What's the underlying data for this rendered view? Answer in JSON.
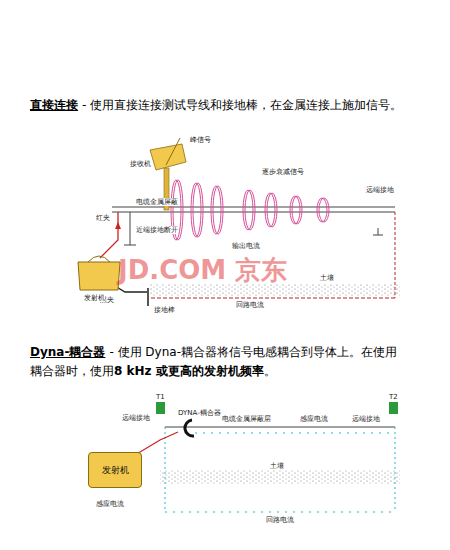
{
  "diagram": {
    "nodes": [
      {
        "text": [
          "发射机"
        ]
      }
    ],
    "labels": [
      "直接连接",
      "- 使用直接连接测试导线和接地棒，在金属连接上施加信号。",
      "接收机",
      "峰信号",
      "逐步衰减信号",
      "远端接地",
      "电缆金属屏蔽",
      "红夹",
      "近端接地断开",
      "输出电流",
      "黑夹",
      "接地棒",
      "回路电流",
      "土壤",
      "发射机",
      "JD.COM 京东",
      "Dyna-耦合器",
      "- 使用 Dyna-耦合器将信号电感耦合到导体上。在使用耦合器时，使用",
      "8 kHz 或更高的发射机频率",
      "。",
      "T1",
      "T2",
      "远端接地",
      "DYNA-耦合器",
      "电缆金属屏蔽层",
      "感应电流",
      "远端接地",
      "感应电流",
      "土壤",
      "回路电流"
    ]
  }
}
